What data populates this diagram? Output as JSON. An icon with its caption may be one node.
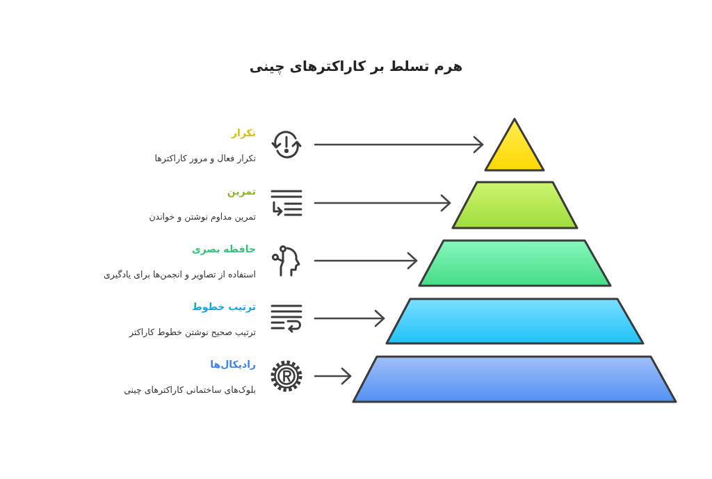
{
  "diagram": {
    "title": "هرم تسلط بر کاراکترهای چینی",
    "nodes": [
      {
        "text": [
          "تکرار",
          "تکرار فعال و مرور کاراکترها"
        ]
      },
      {
        "text": [],
        "shape": "triangle"
      },
      {
        "text": [
          "تمرین",
          "تمرین مداوم نوشتن و خواندن"
        ]
      },
      {
        "text": [],
        "shape": "trapezoid"
      },
      {
        "text": [
          "حافظه بصری",
          "استفاده از تصاویر و انجمن‌ها برای یادگیری"
        ]
      },
      {
        "text": [],
        "shape": "trapezoid"
      },
      {
        "text": [
          "ترتیب خطوط",
          "ترتیب صحیح نوشتن خطوط کاراکتر"
        ]
      },
      {
        "text": [],
        "shape": "trapezoid"
      },
      {
        "text": [
          "رادیکال‌ها",
          "بلوک‌های ساختمانی کاراکترهای چینی"
        ]
      },
      {
        "text": [],
        "shape": "trapezoid"
      }
    ],
    "edges": [
      {
        "from": 0,
        "to": 1,
        "arrow": "to"
      },
      {
        "from": 2,
        "to": 3,
        "arrow": "to"
      },
      {
        "from": 4,
        "to": 5,
        "arrow": "to"
      },
      {
        "from": 6,
        "to": 7,
        "arrow": "to"
      },
      {
        "from": 8,
        "to": 9,
        "arrow": "to"
      }
    ]
  }
}
